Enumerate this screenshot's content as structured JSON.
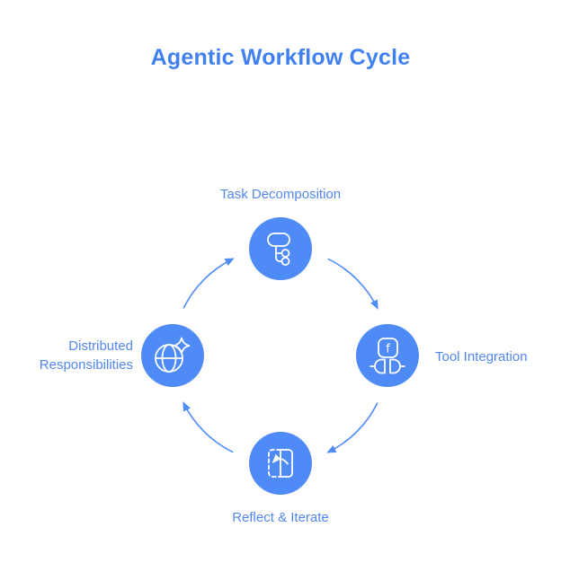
{
  "title": "Agentic Workflow Cycle",
  "colors": {
    "primary": "#4e8bf7",
    "title": "#4180f0",
    "label": "#5187ef",
    "background": "#ffffff",
    "icon_stroke": "#ffffff"
  },
  "cycle": {
    "direction": "clockwise",
    "nodes": [
      {
        "id": "task-decomposition",
        "label": "Task Decomposition",
        "icon": "flowchart-tree-icon",
        "position": "top"
      },
      {
        "id": "tool-integration",
        "label": "Tool Integration",
        "icon": "function-plug-icon",
        "position": "right"
      },
      {
        "id": "reflect-iterate",
        "label": "Reflect & Iterate",
        "icon": "mirror-flip-arrow-icon",
        "position": "bottom"
      },
      {
        "id": "distributed-responsibilities",
        "label": "Distributed Responsibilities",
        "icon": "globe-sparkle-icon",
        "position": "left"
      }
    ]
  },
  "icons": {
    "function_letter": "f"
  }
}
